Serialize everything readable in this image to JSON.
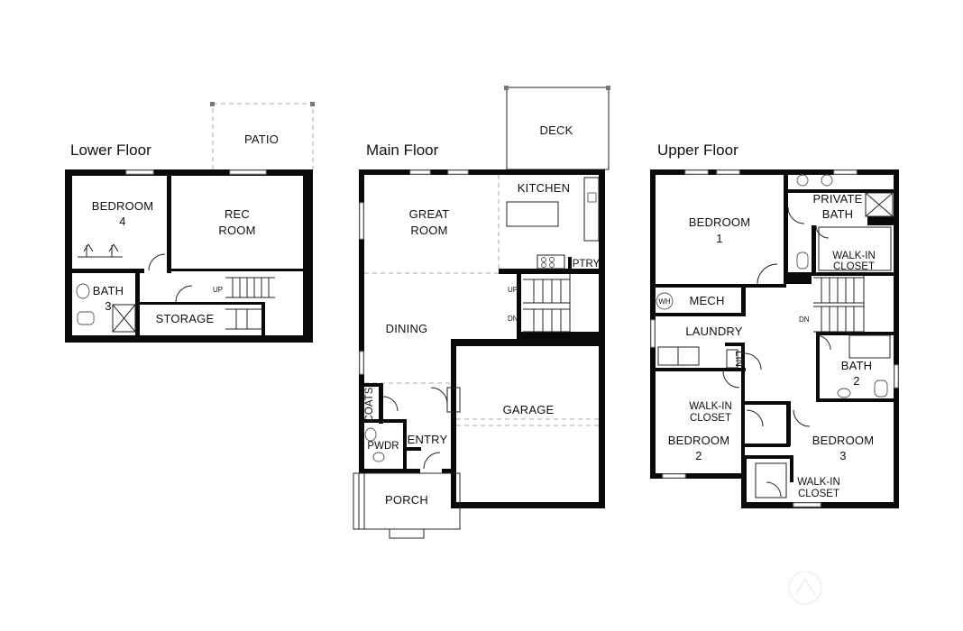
{
  "floors": {
    "lower": {
      "title": "Lower Floor",
      "rooms": {
        "patio": "PATIO",
        "bedroom4": [
          "BEDROOM",
          "4"
        ],
        "rec_room": [
          "REC",
          "ROOM"
        ],
        "bath3": [
          "BATH",
          "3"
        ],
        "storage": "STORAGE"
      },
      "stairs_up": "UP"
    },
    "main": {
      "title": "Main Floor",
      "rooms": {
        "deck": "DECK",
        "kitchen": "KITCHEN",
        "great_room": [
          "GREAT",
          "ROOM"
        ],
        "ptry": "PTRY",
        "dining": "DINING",
        "coats": "COATS",
        "pwdr": "PWDR",
        "entry": "ENTRY",
        "garage": "GARAGE",
        "porch": "PORCH"
      },
      "stairs_up": "UP",
      "stairs_dn": "DN"
    },
    "upper": {
      "title": "Upper Floor",
      "rooms": {
        "bedroom1": [
          "BEDROOM",
          "1"
        ],
        "private_bath": [
          "PRIVATE",
          "BATH"
        ],
        "walkin_closet_1": [
          "WALK-IN",
          "CLOSET"
        ],
        "wh": "WH",
        "mech": "MECH",
        "laundry": "LAUNDRY",
        "lin": "LIN",
        "bath2": [
          "BATH",
          "2"
        ],
        "walkin_closet_2": [
          "WALK-IN",
          "CLOSET"
        ],
        "bedroom2": [
          "BEDROOM",
          "2"
        ],
        "bedroom3": [
          "BEDROOM",
          "3"
        ],
        "walkin_closet_3": [
          "WALK-IN",
          "CLOSET"
        ]
      },
      "stairs_dn": "DN"
    }
  },
  "colors": {
    "wall": "#0a0a0a",
    "line": "#222222",
    "dashed": "#aaaaaa",
    "background": "#ffffff"
  },
  "icons": {
    "watermark": "watermark-logo-icon"
  }
}
